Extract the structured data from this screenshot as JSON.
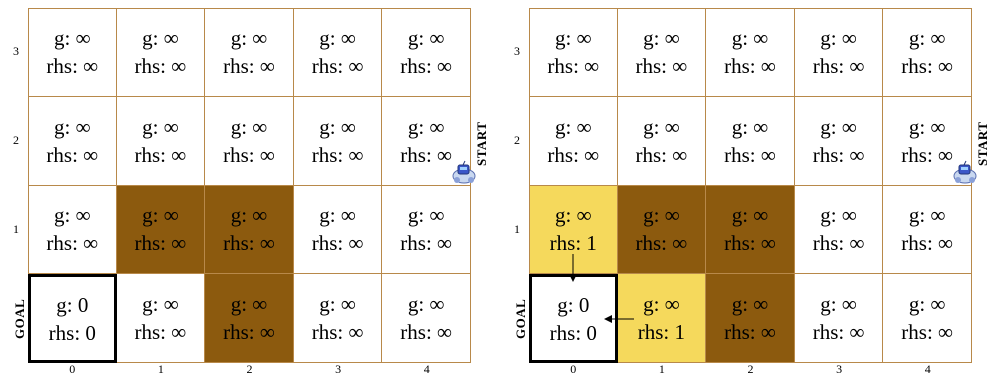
{
  "row_labels": [
    "3",
    "2",
    "1"
  ],
  "col_labels": [
    "0",
    "1",
    "2",
    "3",
    "4"
  ],
  "goal_label": "GOAL",
  "start_label": "START",
  "colors": {
    "obstacle": "#8c5a0e",
    "updated": "#f5d95c",
    "grid_line": "#b8894a"
  },
  "panels": [
    {
      "rows": [
        [
          {
            "g": "g: ∞",
            "rhs": "rhs: ∞"
          },
          {
            "g": "g: ∞",
            "rhs": "rhs: ∞"
          },
          {
            "g": "g: ∞",
            "rhs": "rhs: ∞"
          },
          {
            "g": "g: ∞",
            "rhs": "rhs: ∞"
          },
          {
            "g": "g: ∞",
            "rhs": "rhs: ∞"
          }
        ],
        [
          {
            "g": "g: ∞",
            "rhs": "rhs: ∞"
          },
          {
            "g": "g: ∞",
            "rhs": "rhs: ∞"
          },
          {
            "g": "g: ∞",
            "rhs": "rhs: ∞"
          },
          {
            "g": "g: ∞",
            "rhs": "rhs: ∞"
          },
          {
            "g": "g: ∞",
            "rhs": "rhs: ∞",
            "start": true
          }
        ],
        [
          {
            "g": "g: ∞",
            "rhs": "rhs: ∞"
          },
          {
            "g": "g: ∞",
            "rhs": "rhs: ∞",
            "obstacle": true
          },
          {
            "g": "g: ∞",
            "rhs": "rhs: ∞",
            "obstacle": true
          },
          {
            "g": "g: ∞",
            "rhs": "rhs: ∞"
          },
          {
            "g": "g: ∞",
            "rhs": "rhs: ∞"
          }
        ],
        [
          {
            "g": "g: 0",
            "rhs": "rhs: 0",
            "goal": true
          },
          {
            "g": "g: ∞",
            "rhs": "rhs: ∞"
          },
          {
            "g": "g: ∞",
            "rhs": "rhs: ∞",
            "obstacle": true
          },
          {
            "g": "g: ∞",
            "rhs": "rhs: ∞"
          },
          {
            "g": "g: ∞",
            "rhs": "rhs: ∞"
          }
        ]
      ]
    },
    {
      "rows": [
        [
          {
            "g": "g: ∞",
            "rhs": "rhs: ∞"
          },
          {
            "g": "g: ∞",
            "rhs": "rhs: ∞"
          },
          {
            "g": "g: ∞",
            "rhs": "rhs: ∞"
          },
          {
            "g": "g: ∞",
            "rhs": "rhs: ∞"
          },
          {
            "g": "g: ∞",
            "rhs": "rhs: ∞"
          }
        ],
        [
          {
            "g": "g: ∞",
            "rhs": "rhs: ∞"
          },
          {
            "g": "g: ∞",
            "rhs": "rhs: ∞"
          },
          {
            "g": "g: ∞",
            "rhs": "rhs: ∞"
          },
          {
            "g": "g: ∞",
            "rhs": "rhs: ∞"
          },
          {
            "g": "g: ∞",
            "rhs": "rhs: ∞",
            "start": true
          }
        ],
        [
          {
            "g": "g: ∞",
            "rhs": "rhs: 1",
            "updated": true,
            "arrow": "down"
          },
          {
            "g": "g: ∞",
            "rhs": "rhs: ∞",
            "obstacle": true
          },
          {
            "g": "g: ∞",
            "rhs": "rhs: ∞",
            "obstacle": true
          },
          {
            "g": "g: ∞",
            "rhs": "rhs: ∞"
          },
          {
            "g": "g: ∞",
            "rhs": "rhs: ∞"
          }
        ],
        [
          {
            "g": "g: 0",
            "rhs": "rhs: 0",
            "goal": true
          },
          {
            "g": "g: ∞",
            "rhs": "rhs: 1",
            "updated": true,
            "arrow": "left"
          },
          {
            "g": "g: ∞",
            "rhs": "rhs: ∞",
            "obstacle": true
          },
          {
            "g": "g: ∞",
            "rhs": "rhs: ∞"
          },
          {
            "g": "g: ∞",
            "rhs": "rhs: ∞"
          }
        ]
      ]
    }
  ]
}
